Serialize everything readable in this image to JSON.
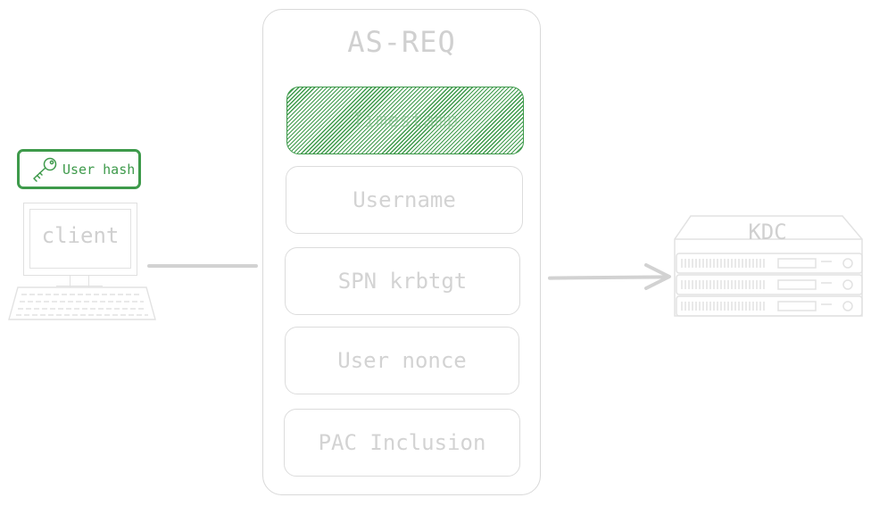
{
  "diagram": {
    "panel": {
      "title": "AS-REQ",
      "fields": [
        {
          "label": "Timestamp",
          "highlighted": true
        },
        {
          "label": "Username",
          "highlighted": false
        },
        {
          "label": "SPN krbtgt",
          "highlighted": false
        },
        {
          "label": "User nonce",
          "highlighted": false
        },
        {
          "label": "PAC Inclusion",
          "highlighted": false
        }
      ]
    },
    "client": {
      "label": "client",
      "badge": {
        "label": "User hash",
        "icon": "key-icon"
      }
    },
    "server": {
      "label": "KDC",
      "icon": "server-rack-icon"
    },
    "colors": {
      "accent": "#3e9a4b",
      "muted": "#d3d3d3"
    }
  }
}
